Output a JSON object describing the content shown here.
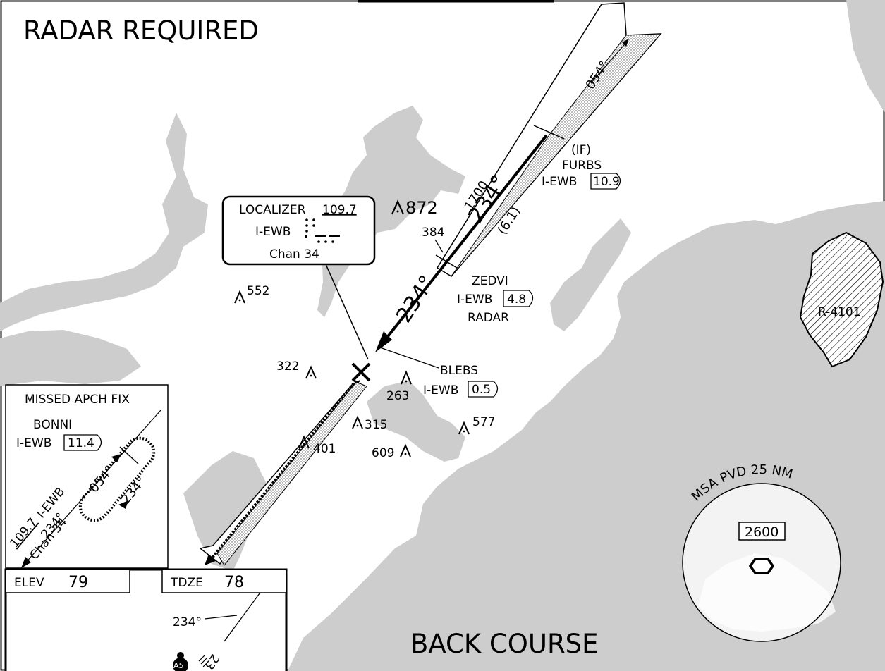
{
  "header": {
    "radar_note": "RADAR REQUIRED",
    "procedure_subtitle": "BACK COURSE"
  },
  "localizer_box": {
    "title": "LOCALIZER",
    "frequency": "109.7",
    "ident": "I-EWB",
    "channel": "Chan 34"
  },
  "course": {
    "inbound": "234°",
    "outbound": "054°",
    "leg_distance": "(6.1)",
    "altitude": "1700"
  },
  "fixes": {
    "furbs": {
      "type": "(IF)",
      "name": "FURBS",
      "ident": "I-EWB",
      "dme": "10.9"
    },
    "zedvi": {
      "name": "ZEDVI",
      "ident": "I-EWB",
      "dme": "4.8",
      "note": "RADAR"
    },
    "blebs": {
      "name": "BLEBS",
      "ident": "I-EWB",
      "dme": "0.5"
    }
  },
  "obstacles": {
    "o872": "872",
    "o552": "552",
    "o384": "384",
    "o322": "322",
    "o263": "263",
    "o315": "315",
    "o577": "577",
    "o609": "609",
    "o401": "401"
  },
  "airspace": {
    "restricted_area": "R-4101"
  },
  "missed_approach": {
    "title": "MISSED APCH FIX",
    "fix_name": "BONNI",
    "ident": "I-EWB",
    "dme": "11.4",
    "hold_outbound": "054°",
    "hold_inbound": "234°",
    "nav_frequency": "109.7",
    "nav_ident": "I-EWB",
    "nav_course": "234°",
    "nav_channel": "Chan 34"
  },
  "airport": {
    "elev_label": "ELEV",
    "elev_value": "79",
    "tdze_label": "TDZE",
    "tdze_value": "78",
    "runway_course": "234°",
    "runway_number": "23",
    "approach_light": "A5"
  },
  "msa": {
    "label": "MSA PVD 25 NM",
    "altitude": "2600"
  },
  "colors": {
    "water": "#cdcdcd",
    "ink": "#000000",
    "paper": "#ffffff"
  }
}
